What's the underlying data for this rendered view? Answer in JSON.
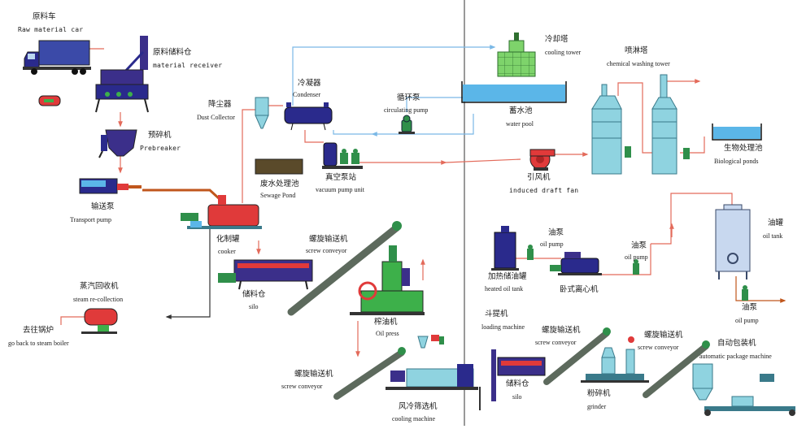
{
  "labels": {
    "raw_car": {
      "zh": "原料车",
      "en": "Raw material car"
    },
    "receiver": {
      "zh": "原料储料仓",
      "en": "material receiver"
    },
    "prebreaker": {
      "zh": "预碎机",
      "en": "Prebreaker"
    },
    "transport_pump": {
      "zh": "输送泵",
      "en": "Transport pump"
    },
    "dust_collector": {
      "zh": "降尘器",
      "en": "Dust Collector"
    },
    "condenser": {
      "zh": "冷凝器",
      "en": "Condenser"
    },
    "circulating_pump": {
      "zh": "循环泵",
      "en": "circulating pump"
    },
    "cooling_tower": {
      "zh": "冷却塔",
      "en": "cooling tower"
    },
    "water_pool": {
      "zh": "蓄水池",
      "en": "water pool"
    },
    "washing_tower": {
      "zh": "喷淋塔",
      "en": "chemical washing tower"
    },
    "bio_ponds": {
      "zh": "生物处理池",
      "en": "Biological ponds"
    },
    "sewage_pond": {
      "zh": "废水处理池",
      "en": "Sewage Pond"
    },
    "vacuum_pump": {
      "zh": "真空泵站",
      "en": "vacuum pump unit"
    },
    "draft_fan": {
      "zh": "引风机",
      "en": "induced draft fan"
    },
    "cooker": {
      "zh": "化制罐",
      "en": "cooker"
    },
    "screw1": {
      "zh": "螺旋输送机",
      "en": "screw conveyor"
    },
    "silo1": {
      "zh": "储料仓",
      "en": "silo"
    },
    "steam": {
      "zh": "蒸汽回收机",
      "en": "steam re-collection"
    },
    "boiler": {
      "zh": "去往锅炉",
      "en": "go back to steam boiler"
    },
    "oil_press": {
      "zh": "榨油机",
      "en": "Oil press"
    },
    "heated_tank": {
      "zh": "加热储油罐",
      "en": "heated oil tank"
    },
    "oil_pump1": {
      "zh": "油泵",
      "en": "oil pump"
    },
    "centrifuge": {
      "zh": "卧式离心机",
      "en": ""
    },
    "oil_pump2": {
      "zh": "油泵",
      "en": "oil pump"
    },
    "oil_tank": {
      "zh": "油罐",
      "en": "oil tank"
    },
    "oil_pump3": {
      "zh": "油泵",
      "en": "oil pump"
    },
    "loading": {
      "zh": "斗提机",
      "en": "loading machine"
    },
    "screw2": {
      "zh": "螺旋输送机",
      "en": "screw conveyor"
    },
    "screw3": {
      "zh": "螺旋输送机",
      "en": "screw conveyor"
    },
    "screw4": {
      "zh": "螺旋输送机",
      "en": "screw conveyor"
    },
    "silo2": {
      "zh": "储料仓",
      "en": "silo"
    },
    "grinder": {
      "zh": "粉碎机",
      "en": "grinder"
    },
    "package": {
      "zh": "自动包装机",
      "en": "automatic package machine"
    },
    "cooling_machine": {
      "zh": "风冷筛选机",
      "en": "cooling machine"
    }
  },
  "colors": {
    "equipment_blue": "#2a2a8c",
    "trolley_purple": "#3b2f8a",
    "tower_cyan": "#8fd3e0",
    "water_blue": "#5bb6e8",
    "cooling_green": "#7ed36b",
    "flow_red": "#e36a5a",
    "flow_blue": "#7ab8e6",
    "flow_orange": "#c0561c",
    "cooker_red": "#e03a3a",
    "press_green": "#3db04a",
    "conveyor_gray": "#5d6a5d",
    "pump_green": "#2f8f4a",
    "divider": "#333333"
  },
  "icons": [
    "truck-icon",
    "pump-icon",
    "fan-icon",
    "tower-icon",
    "tank-icon",
    "conveyor-icon"
  ]
}
